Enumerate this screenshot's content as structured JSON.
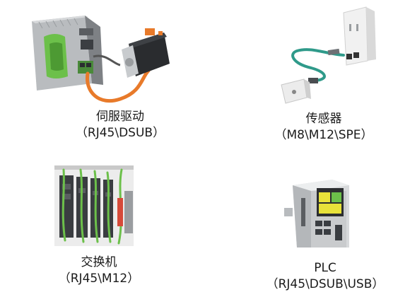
{
  "products": [
    {
      "id": "servo",
      "name": "伺服驱动",
      "interfaces": "（RJ45\\DSUB）"
    },
    {
      "id": "sensor",
      "name": "传感器",
      "interfaces": "（M8\\M12\\SPE）"
    },
    {
      "id": "switch",
      "name": "交换机",
      "interfaces": "（RJ45\\M12）"
    },
    {
      "id": "plc",
      "name": "PLC",
      "interfaces": "（RJ45\\DSUB\\USB）"
    }
  ],
  "colors": {
    "cable_orange": "#e87a2a",
    "cable_teal": "#2f9a8a",
    "accent_green": "#6cc04a",
    "device_gray": "#8a8d90",
    "device_light": "#e6e6e6",
    "plc_screen_yellow": "#e8e23a"
  }
}
